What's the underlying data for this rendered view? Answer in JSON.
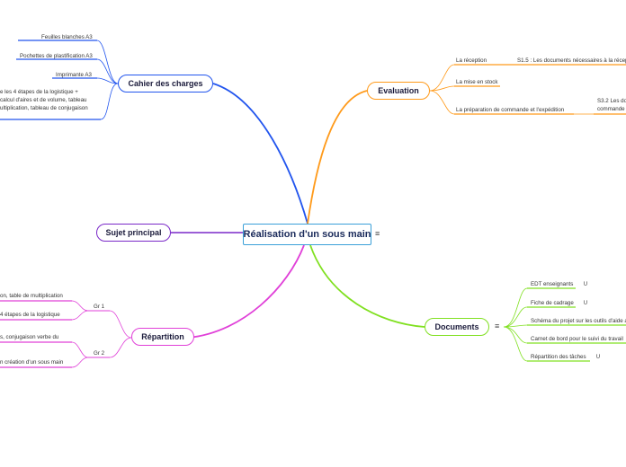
{
  "central": "Réalisation d'un sous main",
  "topics": {
    "cahier": {
      "label": "Cahier des charges",
      "items": [
        "Feuilles blanches A3",
        "Pochettes de plastification A3",
        "Imprimante A3"
      ],
      "long_item": [
        "e les 4 étapes de la logistique +",
        "calcul d'aires et de volume, tableau",
        "ultiplication, tableau de conjugaison"
      ]
    },
    "sujet": {
      "label": "Sujet principal"
    },
    "evaluation": {
      "label": "Evaluation",
      "items": [
        "La réception",
        "La mise en stock",
        "La préparation de commande et l'expédition"
      ],
      "sub1": "S1.5 : Les documents nécessaires à la récep",
      "sub3": [
        "S3.2 Les do",
        "commande"
      ]
    },
    "repartition": {
      "label": "Répartition",
      "groups": [
        "Gr 1",
        "Gr 2"
      ],
      "gr1_items": [
        "on, table de multiplication",
        "4 étapes de la logistique"
      ],
      "gr2_items": [
        "s, conjugaison verbe du",
        "n création d'un sous main"
      ]
    },
    "documents": {
      "label": "Documents",
      "items": [
        "EDT enseignants",
        "Fiche de cadrage",
        "Schéma du projet sur les outils d'aide a",
        "Carnet de bord pour le suivi du travail",
        "Répartition des tâches"
      ]
    }
  },
  "icons": {
    "menu": "≡",
    "clip": "∪"
  },
  "colors": {
    "cahier": "#2255ee",
    "sujet": "#7a28c8",
    "evaluation": "#ff9a1a",
    "repartition": "#e040d8",
    "documents": "#80e020",
    "central_border": "#3aa0d8"
  }
}
